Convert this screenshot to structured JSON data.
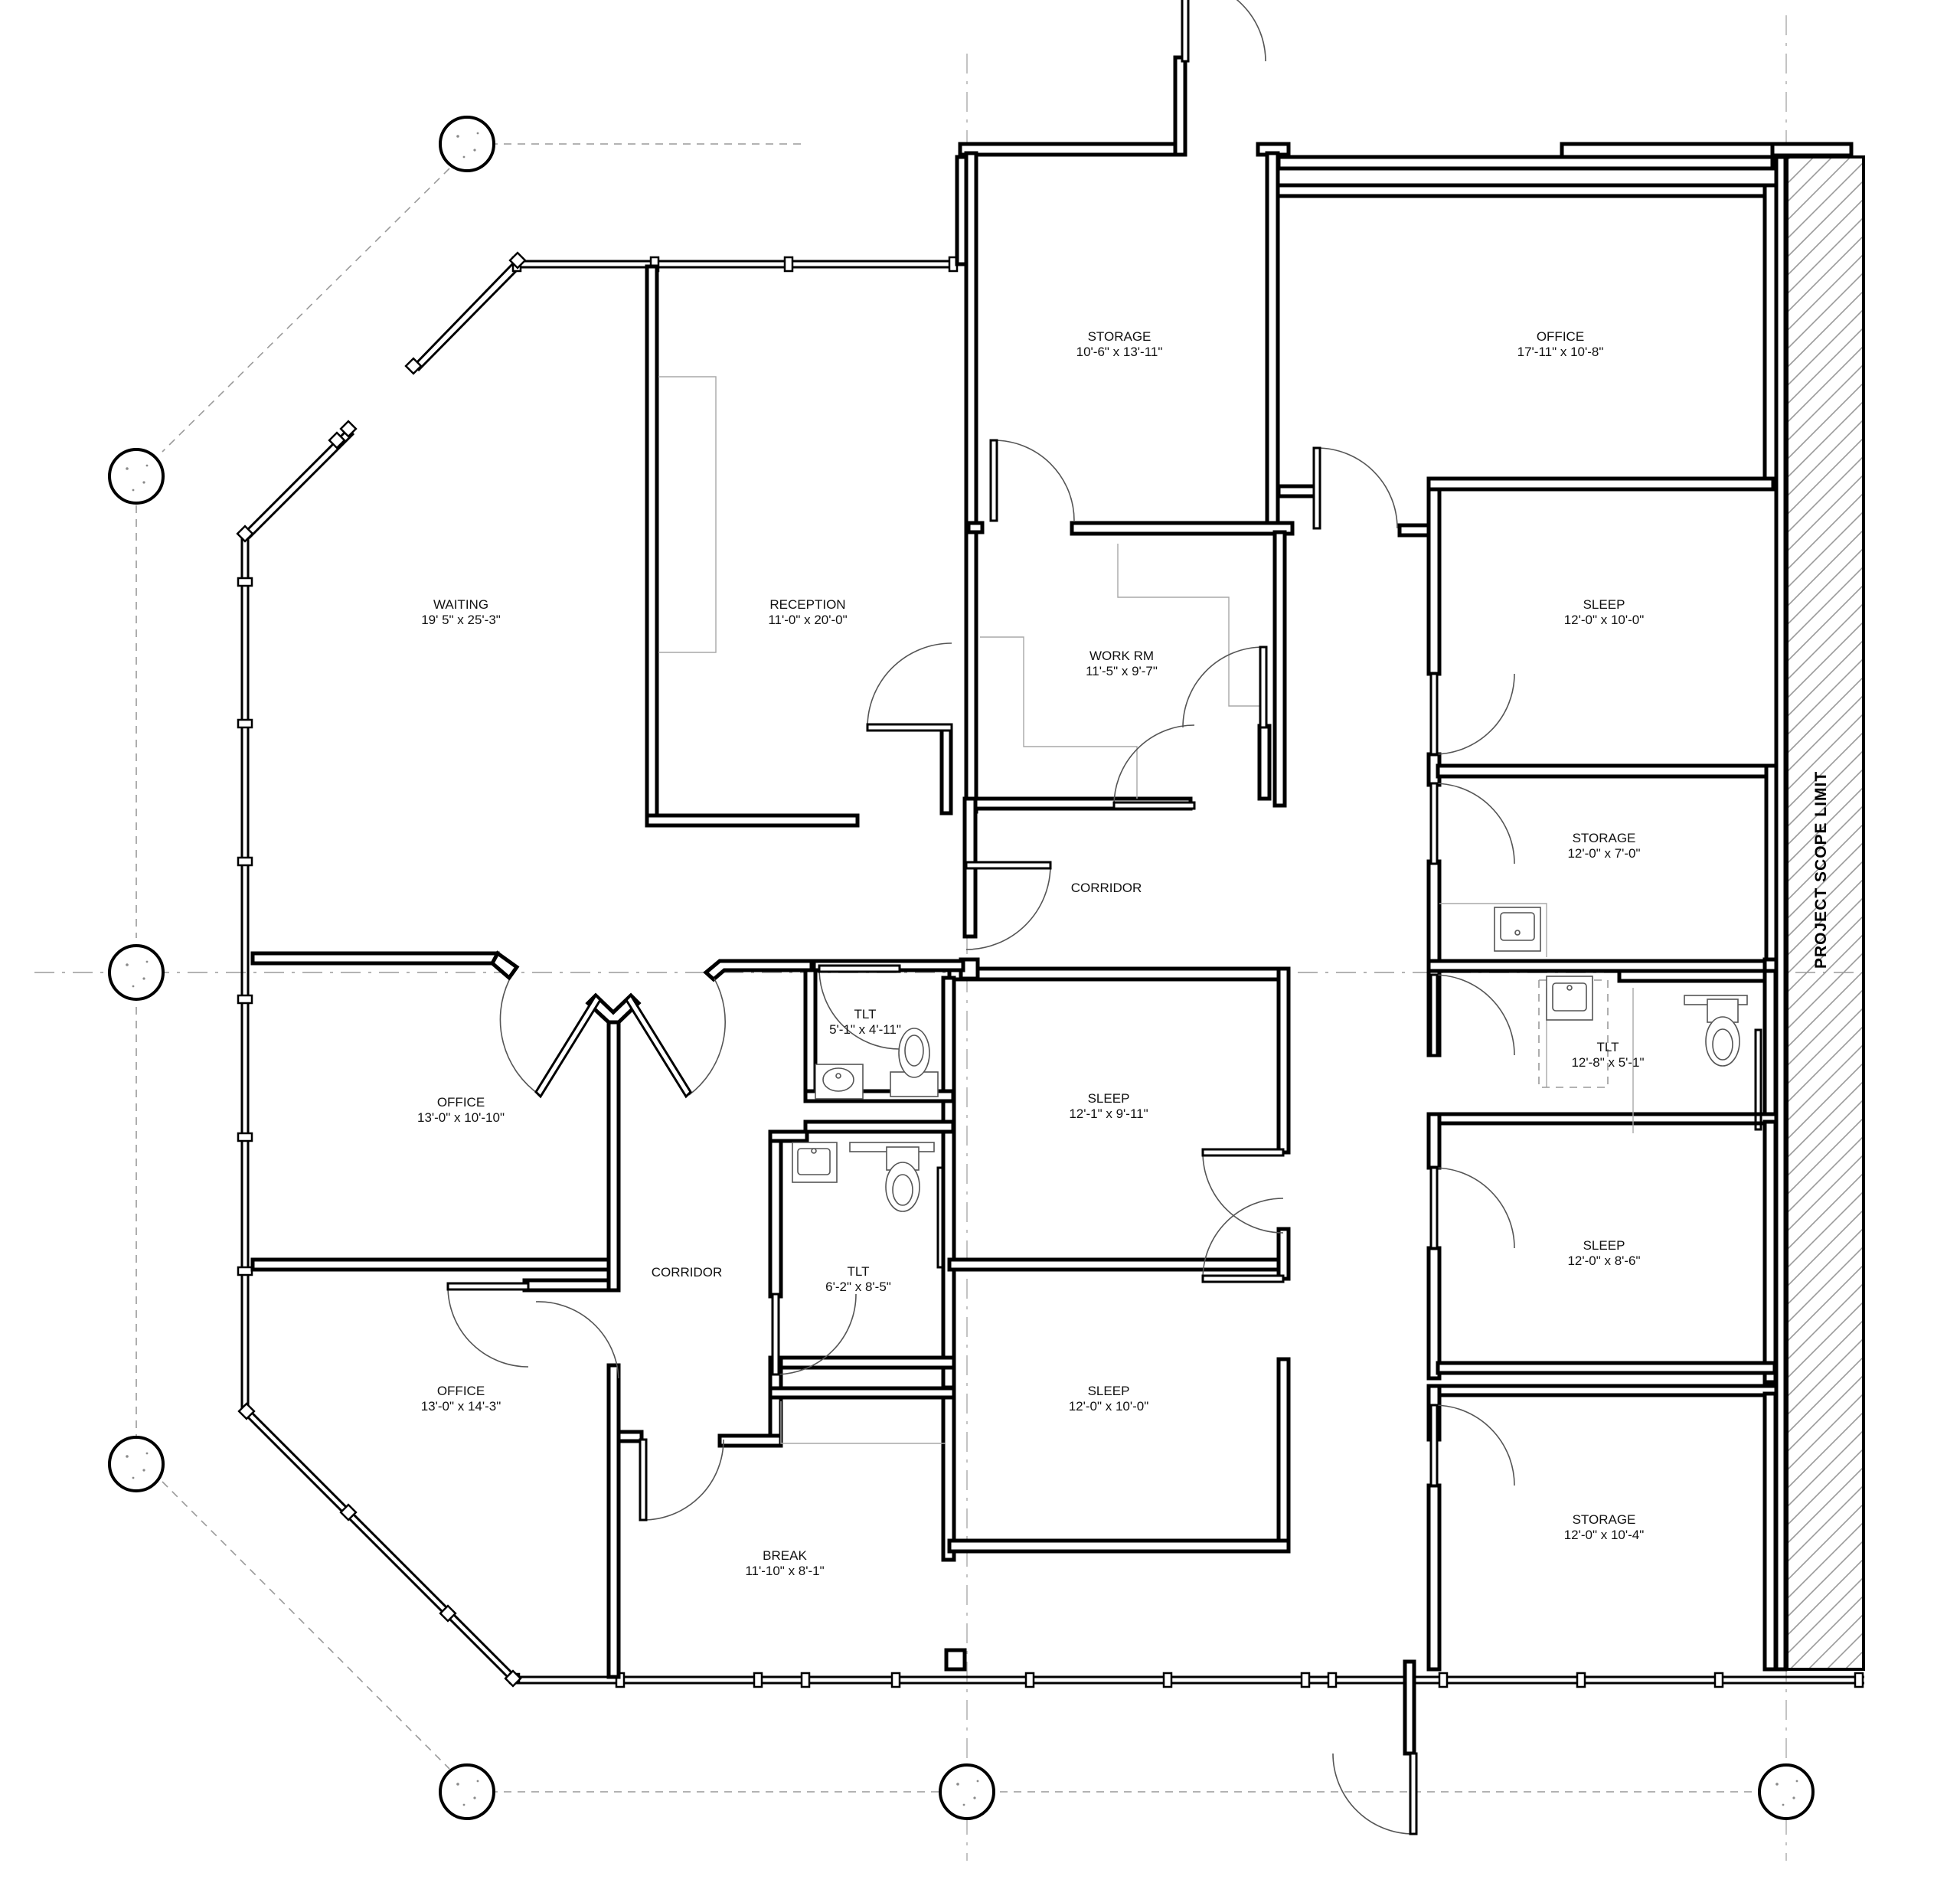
{
  "scope_label": "PROJECT SCOPE LIMIT",
  "rooms": [
    {
      "key": "storage_top",
      "name": "STORAGE",
      "size": "10'-6\" x 13'-11\""
    },
    {
      "key": "office_ne",
      "name": "OFFICE",
      "size": "17'-11\" x 10'-8\""
    },
    {
      "key": "waiting",
      "name": "WAITING",
      "size": "19' 5\" x 25'-3\""
    },
    {
      "key": "reception",
      "name": "RECEPTION",
      "size": "11'-0\" x 20'-0\""
    },
    {
      "key": "work_rm",
      "name": "WORK RM",
      "size": "11'-5\" x 9'-7\""
    },
    {
      "key": "sleep_ne",
      "name": "SLEEP",
      "size": "12'-0\" x 10'-0\""
    },
    {
      "key": "storage_e",
      "name": "STORAGE",
      "size": "12'-0\" x 7'-0\""
    },
    {
      "key": "corridor_n",
      "name": "CORRIDOR",
      "size": ""
    },
    {
      "key": "tlt_small",
      "name": "TLT",
      "size": "5'-1\" x 4'-11\""
    },
    {
      "key": "tlt_e",
      "name": "TLT",
      "size": "12'-8\" x 5'-1\""
    },
    {
      "key": "office_w",
      "name": "OFFICE",
      "size": "13'-0\" x 10'-10\""
    },
    {
      "key": "sleep_c1",
      "name": "SLEEP",
      "size": "12'-1\" x 9'-11\""
    },
    {
      "key": "corridor_s",
      "name": "CORRIDOR",
      "size": ""
    },
    {
      "key": "tlt_large",
      "name": "TLT",
      "size": "6'-2\" x 8'-5\""
    },
    {
      "key": "sleep_e2",
      "name": "SLEEP",
      "size": "12'-0\" x 8'-6\""
    },
    {
      "key": "office_sw",
      "name": "OFFICE",
      "size": "13'-0\" x 14'-3\""
    },
    {
      "key": "sleep_c2",
      "name": "SLEEP",
      "size": "12'-0\" x 10'-0\""
    },
    {
      "key": "storage_se",
      "name": "STORAGE",
      "size": "12'-0\" x 10'-4\""
    },
    {
      "key": "break",
      "name": "BREAK",
      "size": "11'-10\" x 8'-1\""
    }
  ]
}
